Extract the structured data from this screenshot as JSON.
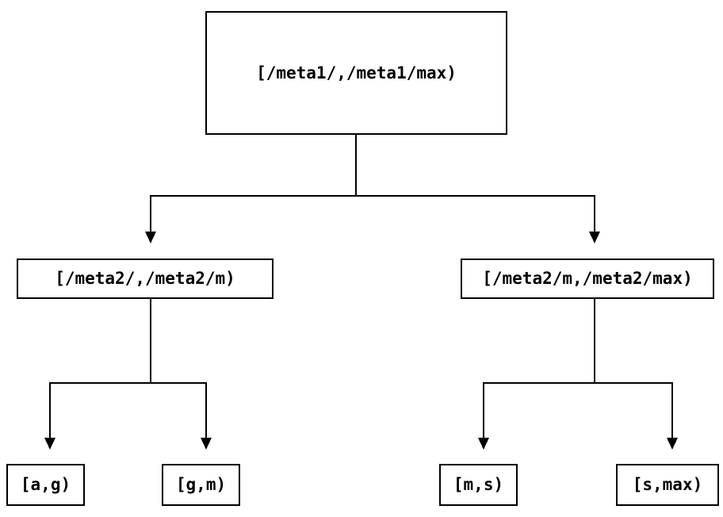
{
  "diagram": {
    "type": "tree",
    "nodes": {
      "root": {
        "label": "[/meta1/,/meta1/max)"
      },
      "meta2_low": {
        "label": "[/meta2/,/meta2/m)"
      },
      "meta2_high": {
        "label": "[/meta2/m,/meta2/max)"
      },
      "leaf_a_g": {
        "label": "[a,g)"
      },
      "leaf_g_m": {
        "label": "[g,m)"
      },
      "leaf_m_s": {
        "label": "[m,s)"
      },
      "leaf_s_max": {
        "label": "[s,max)"
      }
    },
    "edges": [
      {
        "from": "root",
        "to": "meta2_low"
      },
      {
        "from": "root",
        "to": "meta2_high"
      },
      {
        "from": "meta2_low",
        "to": "leaf_a_g"
      },
      {
        "from": "meta2_low",
        "to": "leaf_g_m"
      },
      {
        "from": "meta2_high",
        "to": "leaf_m_s"
      },
      {
        "from": "meta2_high",
        "to": "leaf_s_max"
      }
    ],
    "colors": {
      "background": "#ffffff",
      "line": "#000000",
      "box_border": "#000000",
      "text": "#000000"
    }
  }
}
